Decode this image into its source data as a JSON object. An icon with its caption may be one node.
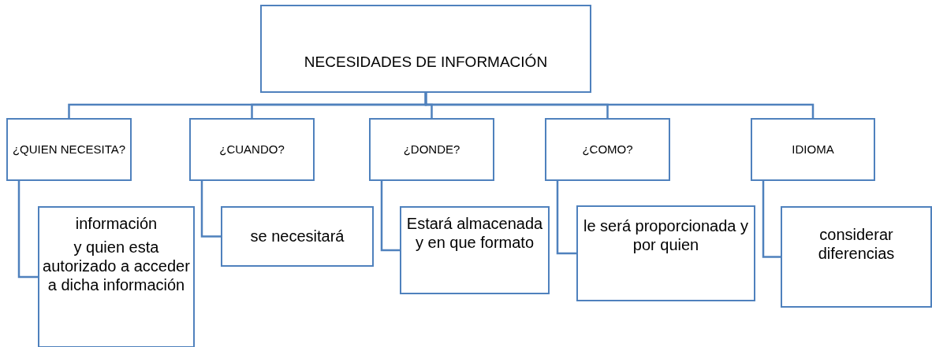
{
  "diagram": {
    "nodes": [
      {
        "text": [
          "NECESIDADES DE INFORMACIÓN"
        ]
      },
      {
        "text": [
          "¿QUIEN NECESITA?"
        ]
      },
      {
        "text": [
          "¿CUANDO?"
        ]
      },
      {
        "text": [
          "¿DONDE?"
        ]
      },
      {
        "text": [
          "¿COMO?"
        ]
      },
      {
        "text": [
          "IDIOMA"
        ]
      },
      {
        "text": [
          "información",
          "y quien esta autorizado a acceder a dicha información"
        ]
      },
      {
        "text": [
          "se necesitará"
        ]
      },
      {
        "text": [
          "Estará almacenada y en que formato"
        ]
      },
      {
        "text": [
          "le será proporcionada y por quien"
        ]
      },
      {
        "text": [
          "considerar diferencias"
        ]
      }
    ],
    "edges": [
      {
        "from": 0,
        "to": 1,
        "arrow": "none"
      },
      {
        "from": 0,
        "to": 2,
        "arrow": "none"
      },
      {
        "from": 0,
        "to": 3,
        "arrow": "none"
      },
      {
        "from": 0,
        "to": 4,
        "arrow": "none"
      },
      {
        "from": 0,
        "to": 5,
        "arrow": "none"
      },
      {
        "from": 1,
        "to": 6,
        "arrow": "none"
      },
      {
        "from": 2,
        "to": 7,
        "arrow": "none"
      },
      {
        "from": 3,
        "to": 8,
        "arrow": "none"
      },
      {
        "from": 4,
        "to": 9,
        "arrow": "none"
      },
      {
        "from": 5,
        "to": 10,
        "arrow": "none"
      }
    ]
  }
}
